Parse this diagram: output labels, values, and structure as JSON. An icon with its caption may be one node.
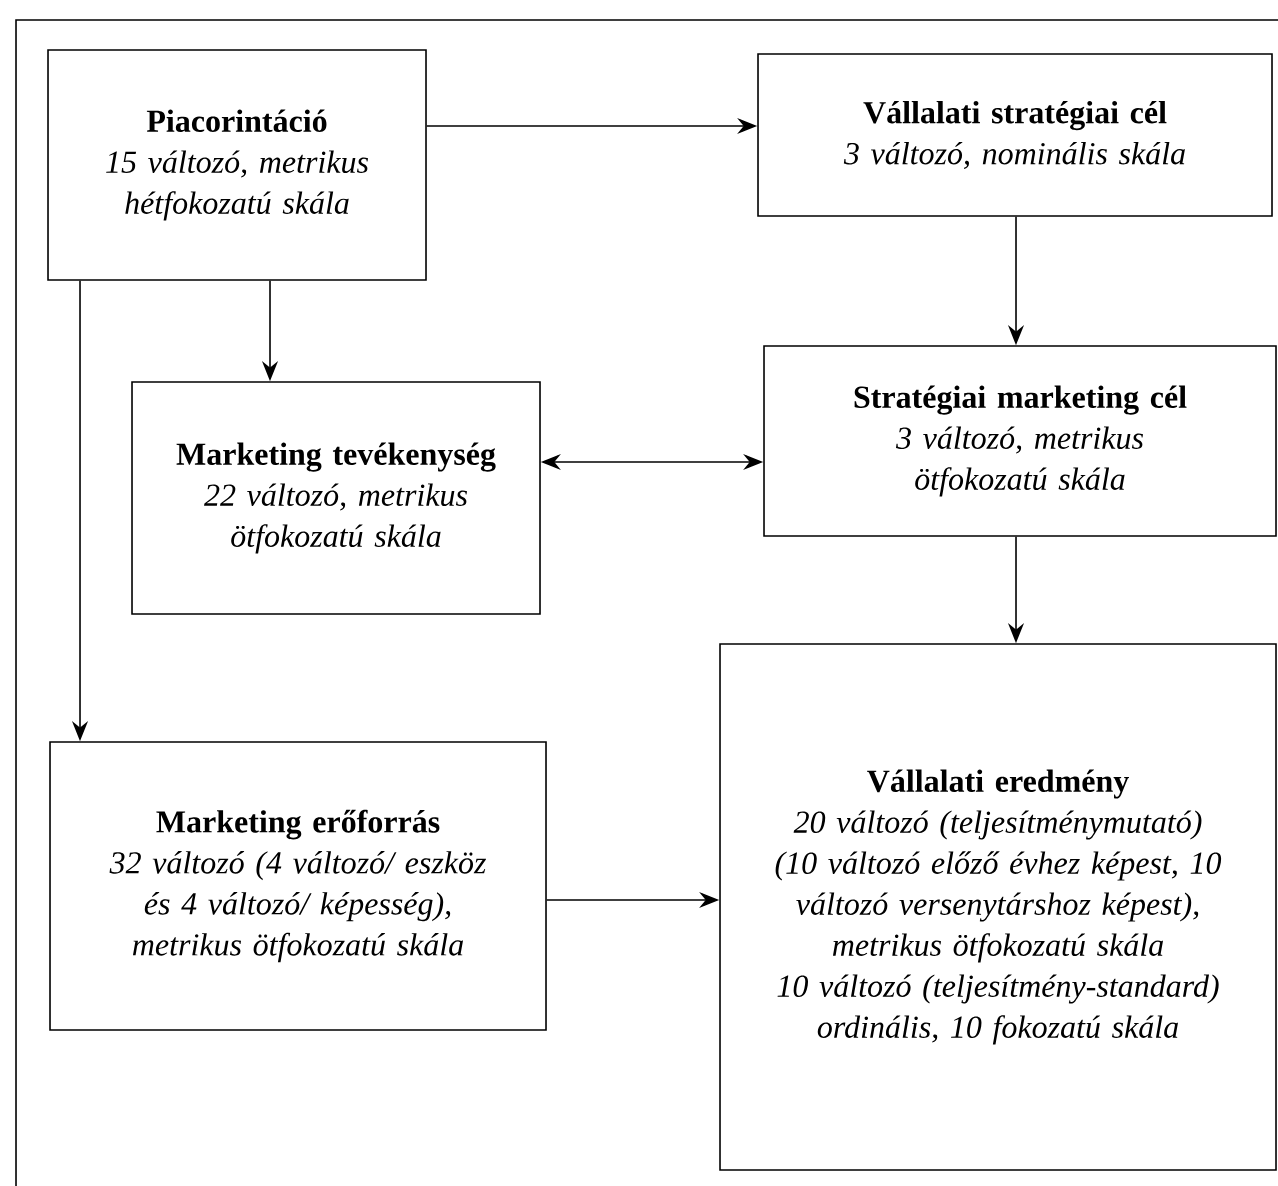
{
  "diagram": {
    "nodes": [
      {
        "text": [
          "Piacorintáció",
          "15 változó, metrikus hétfokozatú skála"
        ]
      },
      {
        "text": [
          "Vállalati stratégiai cél",
          "3 változó, nominális skála"
        ]
      },
      {
        "text": [
          "Marketing tevékenység",
          "22 változó, metrikus ötfokozatú skála"
        ]
      },
      {
        "text": [
          "Stratégiai marketing cél",
          "3 változó, metrikus ötfokozatú skála"
        ]
      },
      {
        "text": [
          "Marketing erőforrás",
          "32 változó (4 változó/ eszköz és 4 változó/ képesség), metrikus ötfokozatú skála"
        ]
      },
      {
        "text": [
          "Vállalati eredmény",
          "20 változó (teljesítménymutató) (10 változó előző évhez képest, 10 változó versenytárshoz képest), metrikus ötfokozatú skála",
          "10 változó (teljesítmény-standard) ordinális, 10 fokozatú skála"
        ]
      }
    ],
    "edges": [
      {
        "from": 0,
        "to": 1,
        "arrow": "to"
      },
      {
        "from": 0,
        "to": 2,
        "arrow": "to"
      },
      {
        "from": 0,
        "to": 4,
        "arrow": "to"
      },
      {
        "from": 1,
        "to": 3,
        "arrow": "to"
      },
      {
        "from": 2,
        "to": 3,
        "arrow": "both"
      },
      {
        "from": 3,
        "to": 5,
        "arrow": "to"
      },
      {
        "from": 4,
        "to": 5,
        "arrow": "to"
      }
    ]
  }
}
